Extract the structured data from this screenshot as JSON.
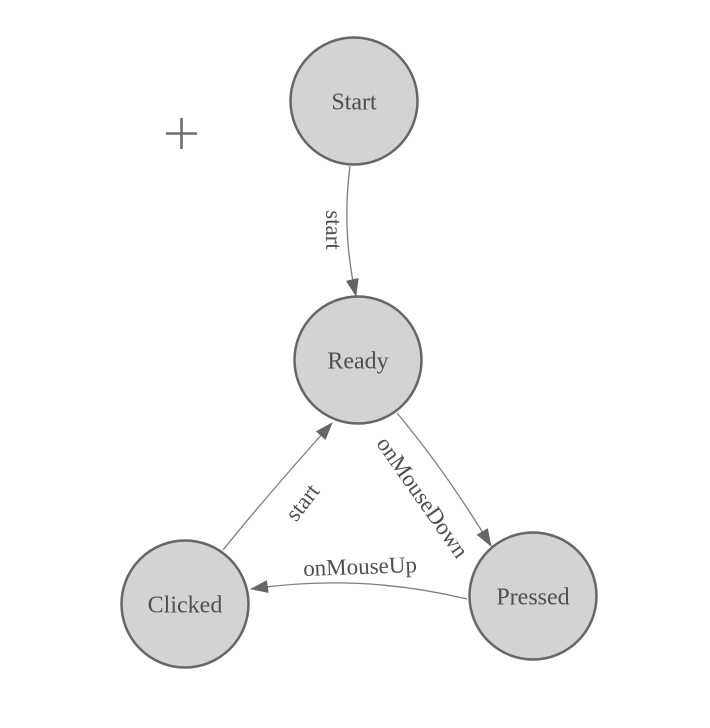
{
  "canvas": {
    "background": "#ffffff"
  },
  "colors": {
    "node_fill": "#d3d3d3",
    "node_stroke": "#666666",
    "edge_stroke": "#7d7d7d",
    "arrow_fill": "#666666",
    "label_text": "#4f4f4f",
    "crosshair": "#6e6e6e"
  },
  "diagram": {
    "type": "state-diagram",
    "nodes": [
      {
        "label": "Start"
      },
      {
        "label": "Ready"
      },
      {
        "label": "Clicked"
      },
      {
        "label": "Pressed"
      }
    ],
    "edges": [
      {
        "from": "Start",
        "to": "Ready",
        "label": "start"
      },
      {
        "from": "Clicked",
        "to": "Ready",
        "label": "start"
      },
      {
        "from": "Ready",
        "to": "Pressed",
        "label": "onMouseDown"
      },
      {
        "from": "Pressed",
        "to": "Clicked",
        "label": "onMouseUp"
      }
    ]
  }
}
